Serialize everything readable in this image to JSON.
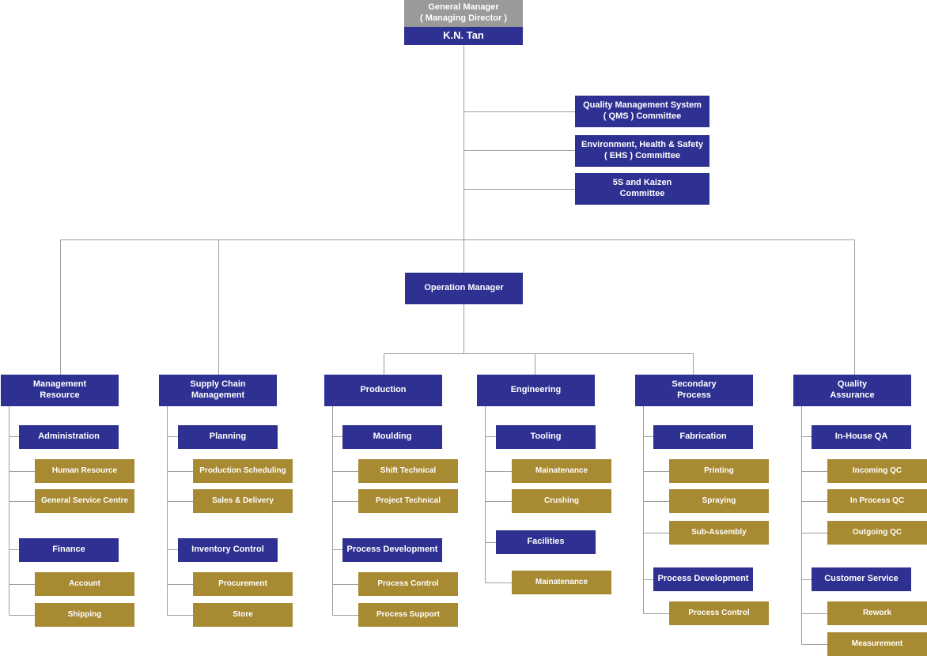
{
  "general_manager": {
    "title": "General Manager\n( Managing Director )",
    "name": "K.N. Tan"
  },
  "committees": [
    "Quality Management System\n( QMS ) Committee",
    "Environment, Health & Safety\n( EHS ) Committee",
    "5S and Kaizen\nCommittee"
  ],
  "operation_manager": "Operation Manager",
  "departments": [
    {
      "name": "Management\nResource",
      "groups": [
        {
          "name": "Administration",
          "items": [
            "Human Resource",
            "General Service Centre"
          ]
        },
        {
          "name": "Finance",
          "items": [
            "Account",
            "Shipping"
          ]
        }
      ]
    },
    {
      "name": "Supply Chain\nManagement",
      "groups": [
        {
          "name": "Planning",
          "items": [
            "Production Scheduling",
            "Sales & Delivery"
          ]
        },
        {
          "name": "Inventory Control",
          "items": [
            "Procurement",
            "Store"
          ]
        }
      ]
    },
    {
      "name": "Production",
      "groups": [
        {
          "name": "Moulding",
          "items": [
            "Shift Technical",
            "Project Technical"
          ]
        },
        {
          "name": "Process Development",
          "items": [
            "Process Control",
            "Process Support"
          ]
        }
      ]
    },
    {
      "name": "Engineering",
      "groups": [
        {
          "name": "Tooling",
          "items": [
            "Mainatenance",
            "Crushing"
          ]
        },
        {
          "name": "Facilities",
          "items": [
            "Mainatenance"
          ]
        }
      ]
    },
    {
      "name": "Secondary\nProcess",
      "groups": [
        {
          "name": "Fabrication",
          "items": [
            "Printing",
            "Spraying",
            "Sub-Assembly"
          ]
        },
        {
          "name": "Process Development",
          "items": [
            "Process Control"
          ]
        }
      ]
    },
    {
      "name": "Quality\nAssurance",
      "groups": [
        {
          "name": "In-House QA",
          "items": [
            "Incoming QC",
            "In Process QC",
            "Outgoing QC"
          ]
        },
        {
          "name": "Customer Service",
          "items": [
            "Rework",
            "Measurement"
          ]
        }
      ]
    }
  ]
}
